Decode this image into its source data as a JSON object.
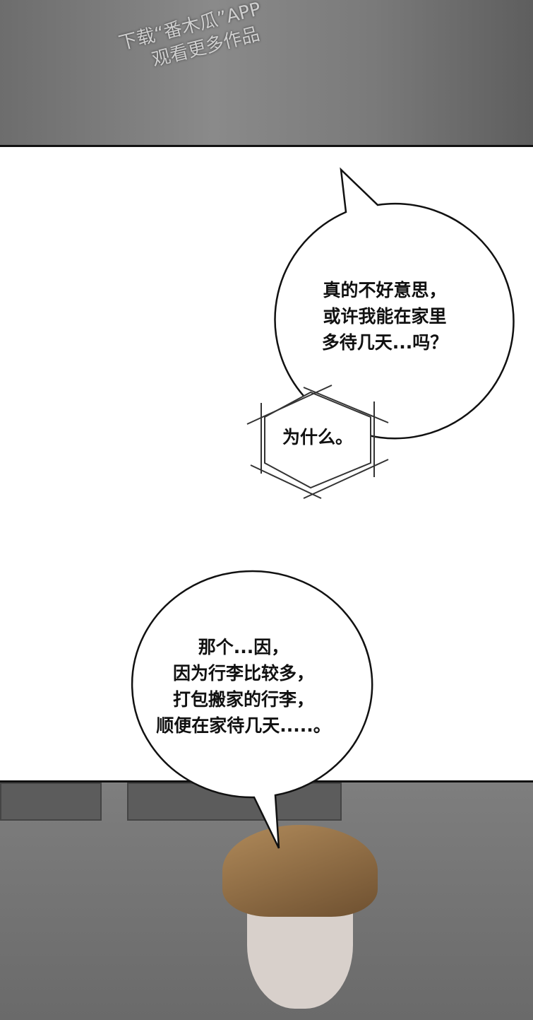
{
  "watermark": {
    "line1": "下载“番木瓜”APP",
    "line2": "观看更多作品"
  },
  "bubbles": {
    "first": {
      "lines": [
        "真的不好意思，",
        "或许我能在家里",
        "多待几天...吗？"
      ]
    },
    "second": {
      "text": "为什么。"
    },
    "third": {
      "lines": [
        "那个...因，",
        "因为行李比较多，",
        "打包搬家的行李，",
        "顺便在家待几天.....。"
      ]
    }
  }
}
